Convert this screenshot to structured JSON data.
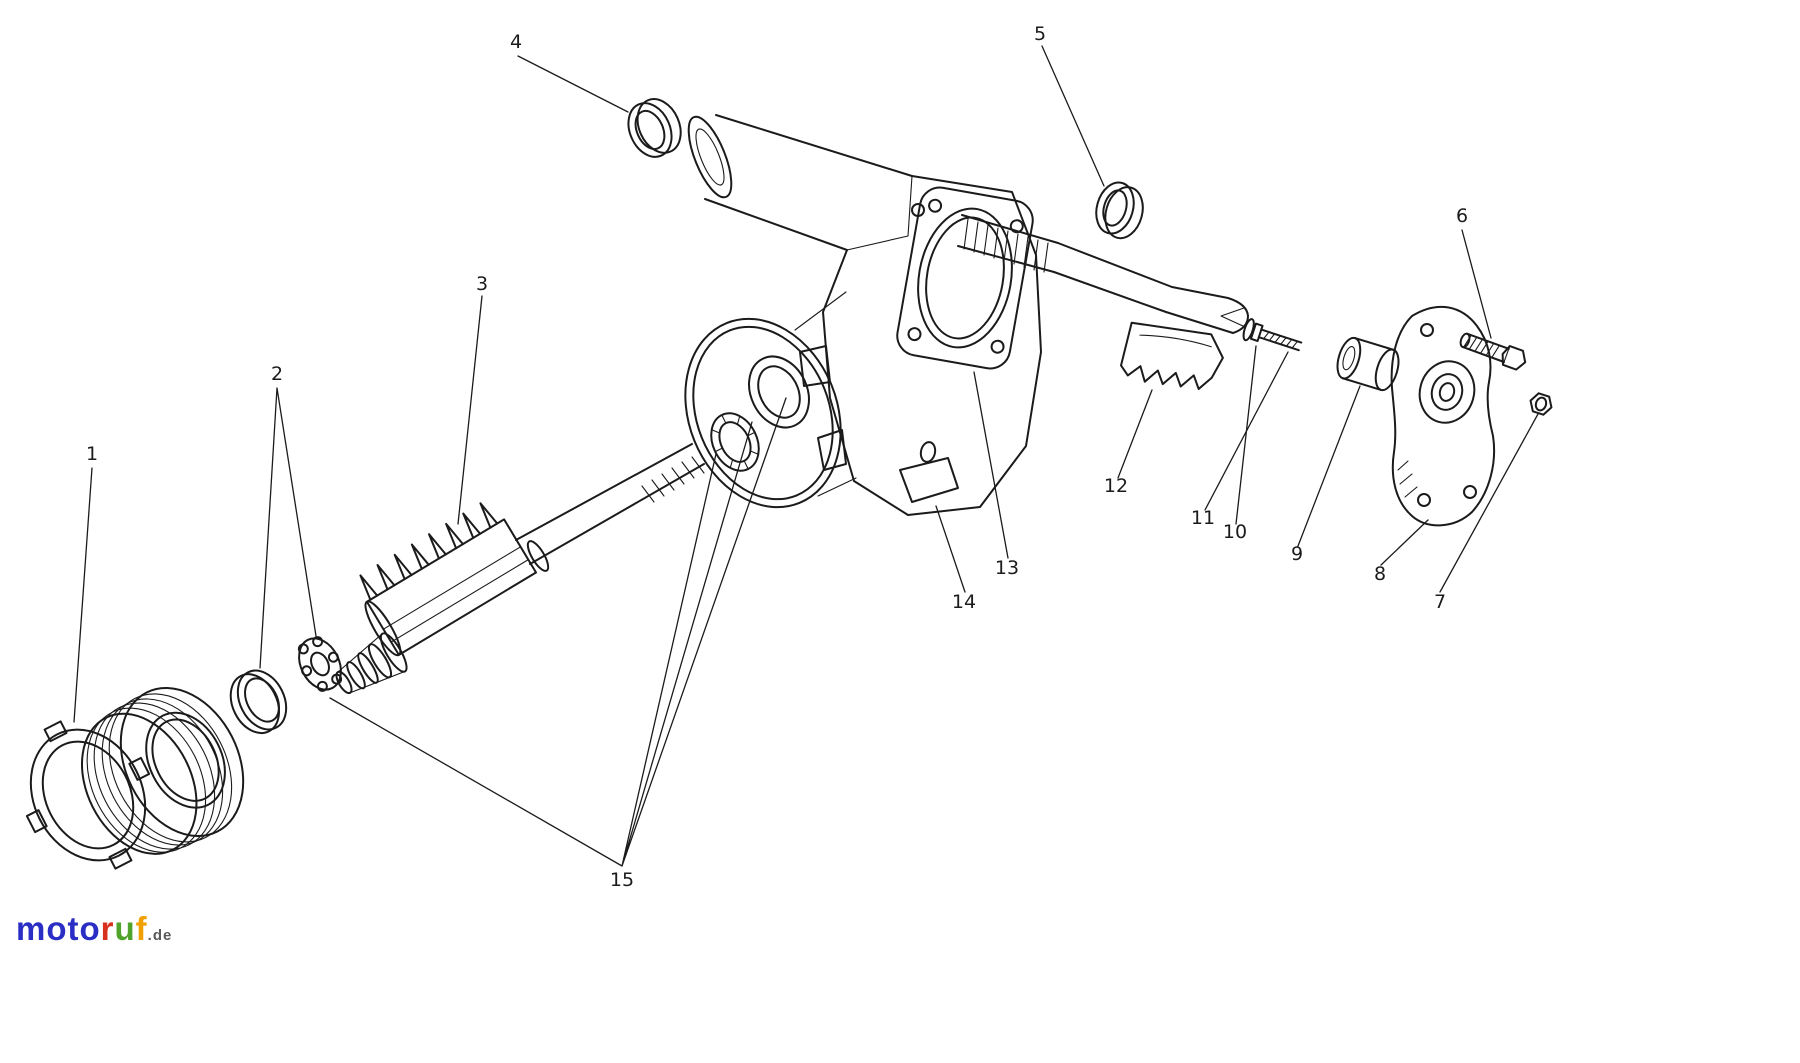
{
  "diagram": {
    "ink_color": "#1b1b1b",
    "background_color": "#ffffff"
  },
  "callouts": [
    {
      "number": "1"
    },
    {
      "number": "2"
    },
    {
      "number": "3"
    },
    {
      "number": "4"
    },
    {
      "number": "5"
    },
    {
      "number": "6"
    },
    {
      "number": "7"
    },
    {
      "number": "8"
    },
    {
      "number": "9"
    },
    {
      "number": "10"
    },
    {
      "number": "11"
    },
    {
      "number": "12"
    },
    {
      "number": "13"
    },
    {
      "number": "14"
    },
    {
      "number": "15"
    }
  ],
  "watermark": {
    "segments": [
      {
        "text": "moto",
        "color": "#2a2ec4"
      },
      {
        "text": "r",
        "color": "#d8321e"
      },
      {
        "text": "u",
        "color": "#4fa32b"
      },
      {
        "text": "f",
        "color": "#f0a000"
      }
    ],
    "suffix": ".de",
    "suffix_color": "#5a5a5a"
  }
}
